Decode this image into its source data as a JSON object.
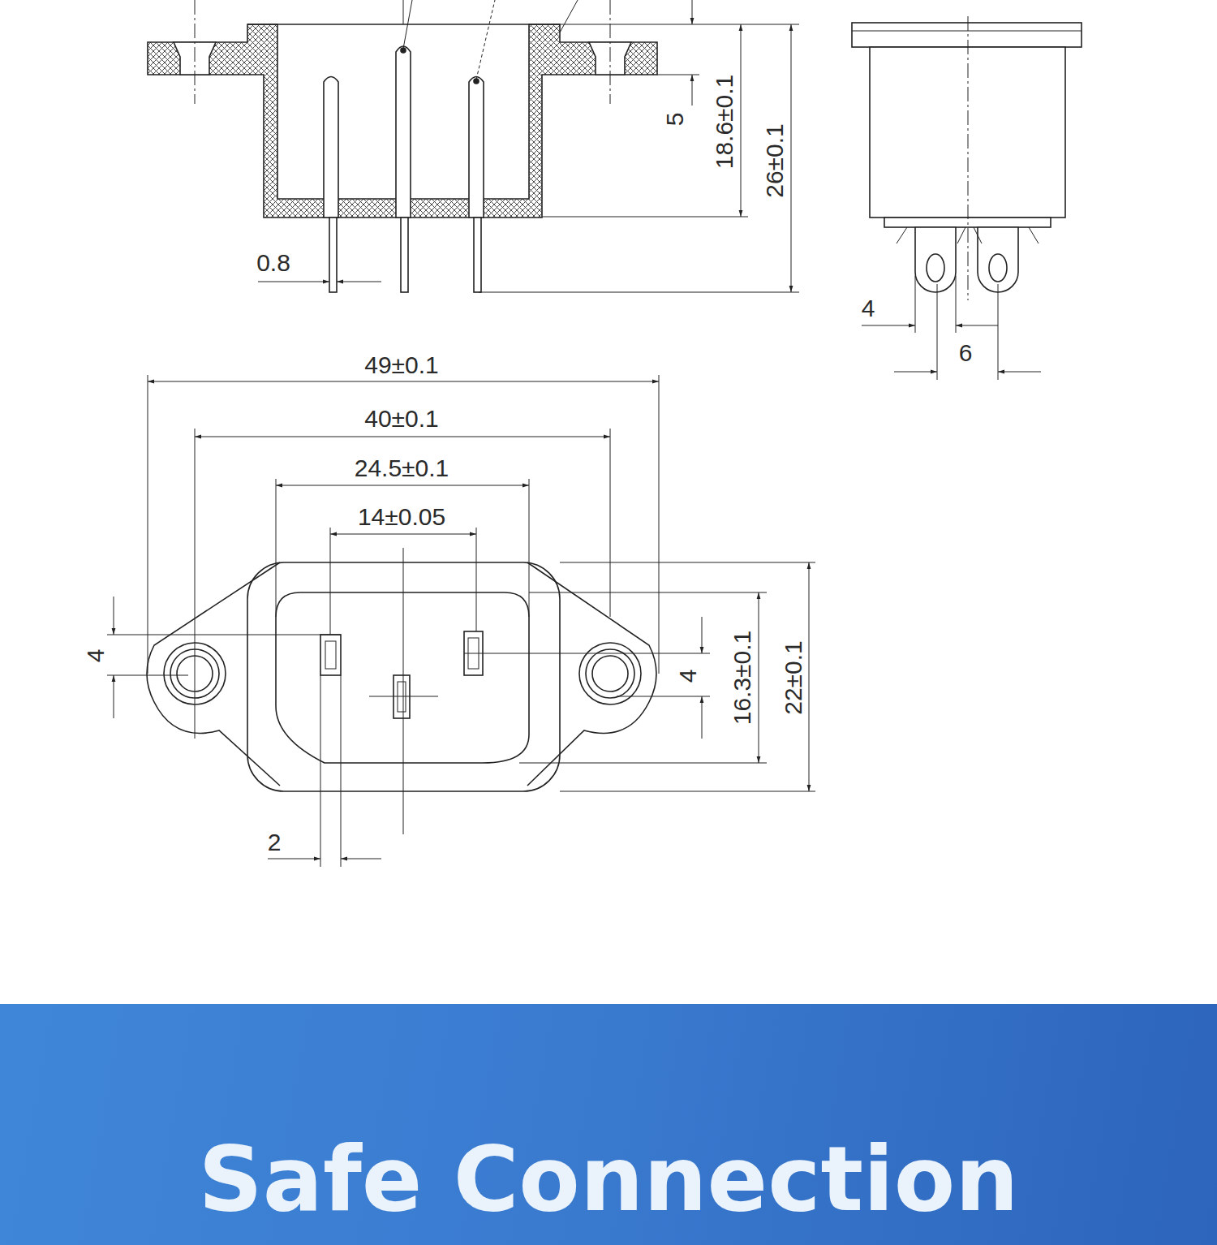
{
  "diagram": {
    "nodes": [
      {
        "text": [
          "Safe Connection"
        ]
      }
    ],
    "edges": [],
    "labels": [
      "5",
      "18.6±0.1",
      "26±0.1",
      "0.8",
      "4",
      "6",
      "49±0.1",
      "40±0.1",
      "24.5±0.1",
      "14±0.05",
      "4",
      "4",
      "16.3±0.1",
      "22±0.1",
      "2"
    ]
  }
}
